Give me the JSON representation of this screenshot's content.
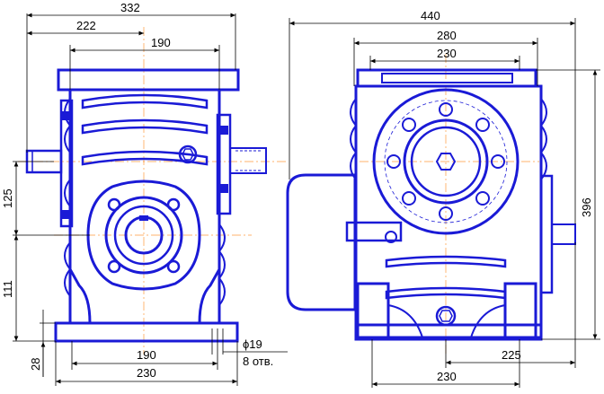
{
  "left_view": {
    "dims": {
      "overall_width": "332",
      "input_offset": "222",
      "body_width": "190",
      "base_holes_span": "190",
      "base_width": "230",
      "height_125": "125",
      "height_111": "111",
      "base_height": "28",
      "hole_diameter": "ϕ19",
      "hole_count": "8 отв."
    }
  },
  "right_view": {
    "dims": {
      "overall_width": "440",
      "flange_width": "280",
      "top_width": "230",
      "overall_height": "396",
      "base_offset": "225",
      "base_width": "230"
    }
  },
  "colors": {
    "outline": "#1a1ad6",
    "centerline": "#ff9a3c",
    "dimension": "#000000"
  }
}
